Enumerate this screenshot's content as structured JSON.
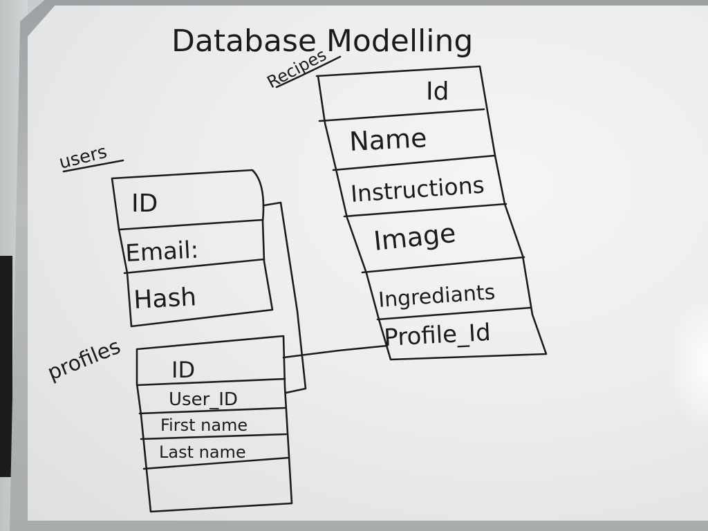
{
  "title": "Database Modelling",
  "tables": {
    "recipes": {
      "name": "Recipes",
      "fields": [
        "Id",
        "Name",
        "Instructions",
        "Image",
        "Ingrediants",
        "Profile_Id"
      ]
    },
    "users": {
      "name": "users",
      "fields": [
        "ID",
        "Email:",
        "Hash"
      ]
    },
    "profiles": {
      "name": "profiles",
      "fields": [
        "ID",
        "User_ID",
        "First name",
        "Last name"
      ]
    }
  },
  "relations": [
    {
      "from": "profiles.ID",
      "to": "recipes.Profile_Id"
    },
    {
      "from": "users.ID",
      "to": "profiles.User_ID"
    }
  ],
  "colors": {
    "ink": "#1b1b1b",
    "board": "#eceded",
    "frame": "#a9acad"
  }
}
